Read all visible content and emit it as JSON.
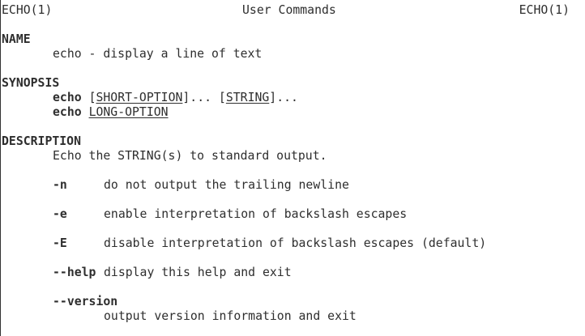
{
  "header": {
    "left": "ECHO(1)",
    "center": "User Commands",
    "right": "ECHO(1)"
  },
  "sections": {
    "name": {
      "heading": "NAME",
      "text": "echo - display a line of text"
    },
    "synopsis": {
      "heading": "SYNOPSIS",
      "line1": {
        "cmd": "echo",
        "sp1": " ",
        "open1": "[",
        "arg1": "SHORT-OPTION",
        "close1": "]... [",
        "arg2": "STRING",
        "close2": "]..."
      },
      "line2": {
        "cmd": "echo",
        "sp1": " ",
        "arg1": "LONG-OPTION"
      }
    },
    "description": {
      "heading": "DESCRIPTION",
      "intro": "Echo the STRING(s) to standard output.",
      "options": [
        {
          "flag": "-n",
          "desc": "do not output the trailing newline"
        },
        {
          "flag": "-e",
          "desc": "enable interpretation of backslash escapes"
        },
        {
          "flag": "-E",
          "desc": "disable interpretation of backslash escapes (default)"
        },
        {
          "flag": "--help",
          "desc": "display this help and exit"
        },
        {
          "flag": "--version",
          "desc": "output version information and exit"
        }
      ]
    }
  }
}
